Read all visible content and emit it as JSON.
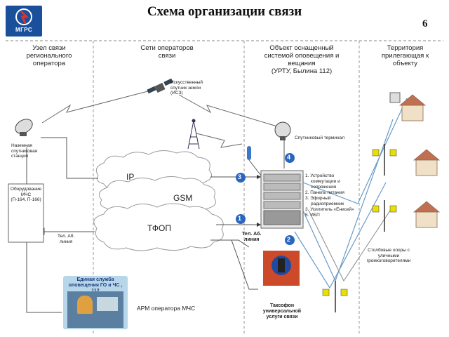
{
  "title": "Схема организации связи",
  "page_number": "6",
  "logo": {
    "text": "МГРС"
  },
  "columns": {
    "c1": [
      "Узел связи",
      "регионального",
      "оператора"
    ],
    "c2": [
      "Сети операторов",
      "связи"
    ],
    "c3": [
      "Объект оснащенный",
      "системой оповещения и",
      "вещания",
      "(УРТУ, Былина 112)"
    ],
    "c4": [
      "Территория",
      "прилегающая к",
      "объекту"
    ]
  },
  "labels": {
    "satellite": [
      "Искусственный",
      "спутник земли",
      "(ИСЗ)"
    ],
    "ground_station": [
      "Наземная",
      "спутниковая",
      "станция"
    ],
    "equipment": [
      "Оборудование",
      "МЧС",
      "(П-164, П-166)"
    ],
    "line_left": [
      "Тел. Аб.",
      "линия"
    ],
    "line_right": [
      "Тел. Аб.",
      "линия"
    ],
    "sat_terminal": "Спутниковый терминал",
    "payphone": [
      "Таксофон",
      "универсальной",
      "услуги связи"
    ],
    "poles": [
      "Столбовые опоры с",
      "уличными",
      "громкоговорителями"
    ],
    "arm": "АРМ оператора МЧС",
    "edds": [
      "Единая служба",
      "оповещения ГО и ЧС ,",
      "112"
    ]
  },
  "clouds": {
    "ip": "IP",
    "gsm": "GSM",
    "tfop": "ТФОП"
  },
  "badges": [
    "1",
    "2",
    "3",
    "4"
  ],
  "rack_list": [
    "1. Устройство",
    "коммутации и",
    "сопряжения",
    "2. Панель питания",
    "3. Эфирный",
    "радиоприемник",
    "3. Усилитель «Енисей»",
    "5. ИБП"
  ],
  "colors": {
    "badge": "#2a66c0",
    "lines": "#555555",
    "cloud_stroke": "#9a9a9a",
    "blue_lines": "#6a9ac8",
    "logo_bg": "#1a4f9c"
  }
}
